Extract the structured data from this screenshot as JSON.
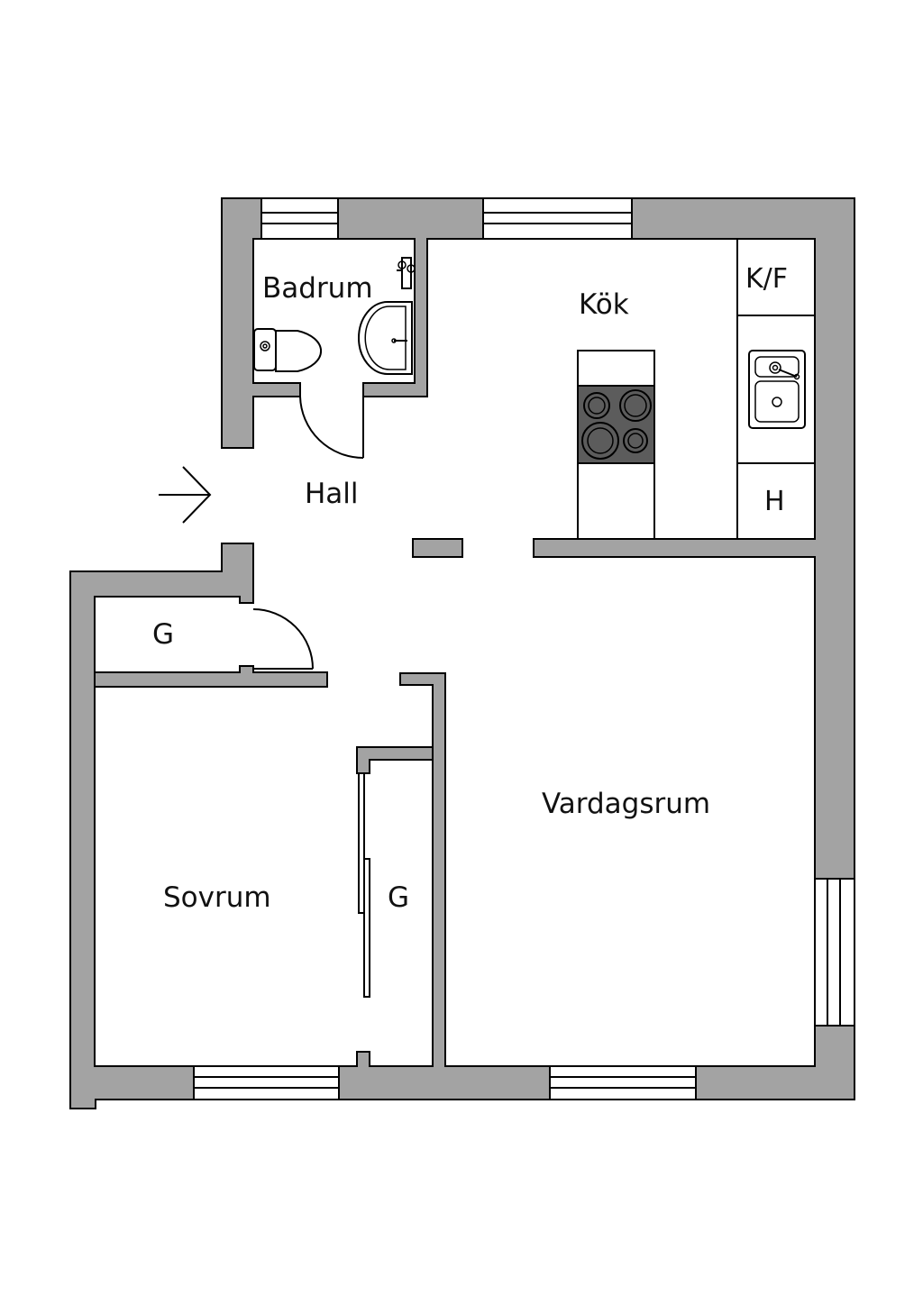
{
  "floor_plan": {
    "rooms": {
      "badrum": "Badrum",
      "kok": "Kök",
      "hall": "Hall",
      "vardagsrum": "Vardagsrum",
      "sovrum": "Sovrum"
    },
    "fixtures": {
      "kf": "K/F",
      "h": "H",
      "closet_hall": "G",
      "closet_bedroom": "G"
    },
    "entrance_icon": "arrow-right-icon",
    "colors": {
      "wall": "#a3a3a3",
      "stove": "#5c5c5c",
      "line": "#000000",
      "background": "#ffffff"
    }
  }
}
